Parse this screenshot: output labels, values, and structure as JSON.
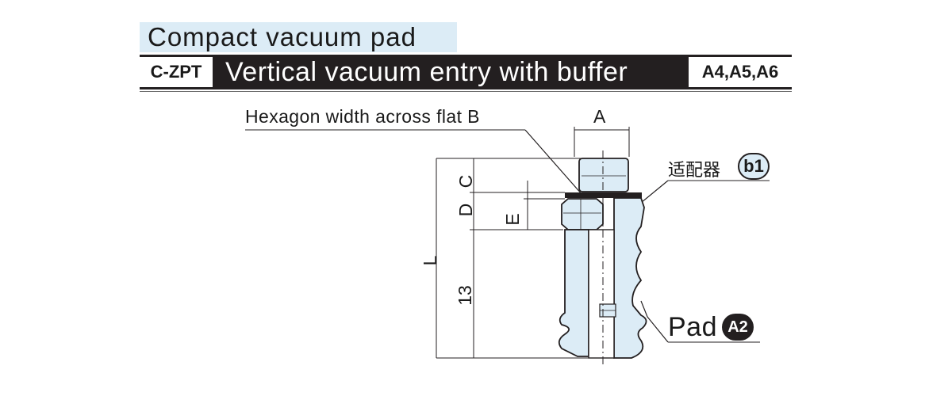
{
  "header": {
    "series": "Compact vacuum pad",
    "model_code": "C-ZPT",
    "title": "Vertical vacuum entry with buffer",
    "variants": "A4,A5,A6"
  },
  "diagram": {
    "hex_label": "Hexagon width across flat B",
    "dim_a": "A",
    "dim_c": "C",
    "dim_d": "D",
    "dim_e": "E",
    "dim_l": "L",
    "dim_13": "13",
    "adapter_label": "适配器",
    "adapter_badge": "b1",
    "pad_label": "Pad",
    "pad_badge": "A2"
  },
  "colors": {
    "header_bar": "#231f20",
    "tab_fill": "#dcecf6",
    "part_fill": "#dcecf6",
    "outline": "#231f20"
  }
}
